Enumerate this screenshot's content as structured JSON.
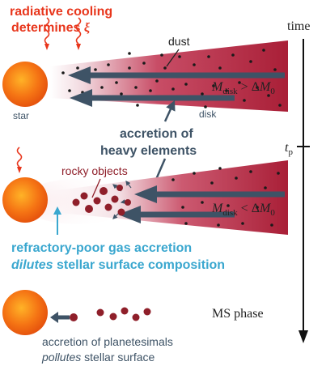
{
  "header": {
    "line1": "radiative cooling",
    "line2_prefix": "determines ",
    "line2_symbol": "ξ"
  },
  "labels": {
    "dust": "dust",
    "star": "star",
    "disk": "disk",
    "accretion_line1": "accretion of",
    "accretion_line2": "heavy elements",
    "rocky_objects": "rocky objects",
    "dilutes_line1": "refractory-poor gas accretion",
    "dilutes_line2_em": "dilutes",
    "dilutes_line2_rest": " stellar surface composition",
    "pollutes_line1": "accretion of planetesimals",
    "pollutes_line2_em": "pollutes",
    "pollutes_line2_rest": " stellar surface"
  },
  "conditions": {
    "upper": {
      "m": "M",
      "sub": "disk",
      "op": " > Δ",
      "rhs": "M",
      "rhs_sub": "0"
    },
    "lower": {
      "m": "M",
      "sub": "disk",
      "op": " < Δ",
      "rhs": "M",
      "rhs_sub": "0"
    },
    "ms_phase": "MS phase"
  },
  "time_axis": {
    "label": "time",
    "tp_symbol": "t",
    "tp_sub": "p"
  },
  "colors": {
    "title_red": "#e8361c",
    "cyan": "#3aa7cf",
    "slate": "#3e5366",
    "disk_red": "#b0203a",
    "star_orange": "#f46b12",
    "planetesimal": "#8f1f2a"
  },
  "icons": [
    "star-icon",
    "radiation-wave-icon",
    "accretion-arrow-icon",
    "time-arrow-icon"
  ]
}
